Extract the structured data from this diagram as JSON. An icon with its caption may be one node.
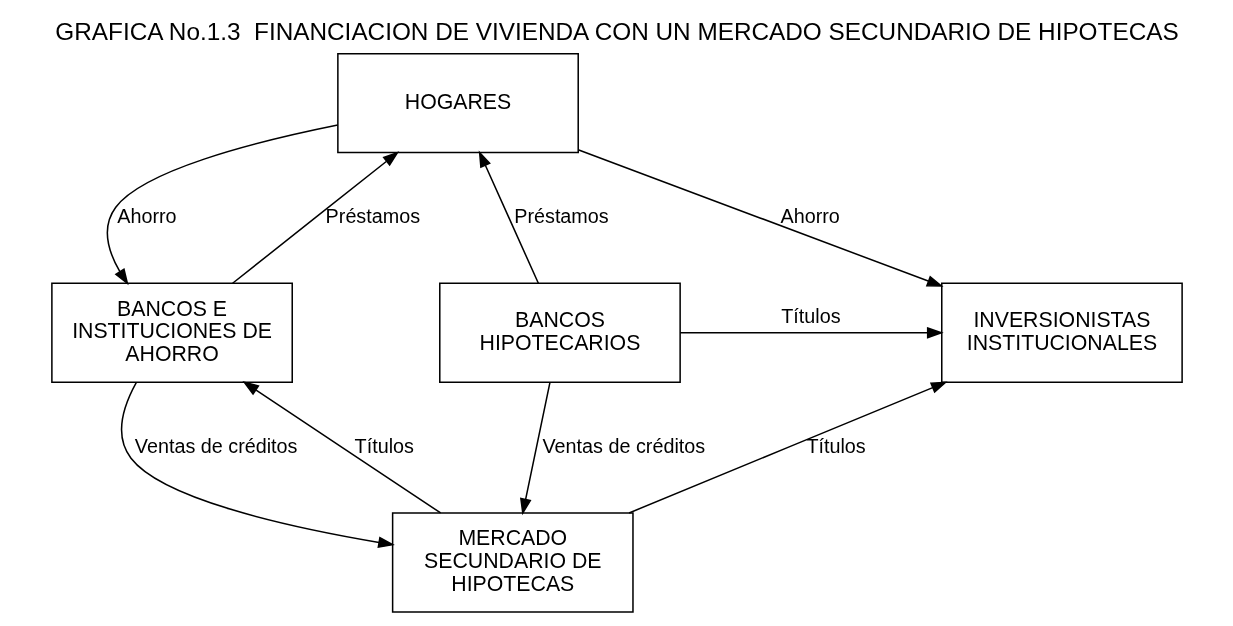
{
  "diagram": {
    "title": "GRAFICA No.1.3  FINANCIACION DE VIVIENDA CON UN MERCADO SECUNDARIO DE HIPOTECAS",
    "nodes": [
      {
        "text": [
          "HOGARES"
        ]
      },
      {
        "text": [
          "BANCOS E INSTITUCIONES DE AHORRO"
        ]
      },
      {
        "text": [
          "BANCOS HIPOTECARIOS"
        ]
      },
      {
        "text": [
          "INVERSIONISTAS INSTITUCIONALES"
        ]
      },
      {
        "text": [
          "MERCADO SECUNDARIO DE HIPOTECAS"
        ]
      }
    ],
    "edges": [
      {
        "from": 0,
        "to": 1,
        "arrow": "to",
        "label": "Ahorro"
      },
      {
        "from": 1,
        "to": 0,
        "arrow": "to",
        "label": "Préstamos"
      },
      {
        "from": 0,
        "to": 3,
        "arrow": "to",
        "label": "Ahorro"
      },
      {
        "from": 2,
        "to": 0,
        "arrow": "to",
        "label": "Préstamos"
      },
      {
        "from": 2,
        "to": 3,
        "arrow": "to",
        "label": "Títulos"
      },
      {
        "from": 2,
        "to": 4,
        "arrow": "to",
        "label": "Ventas de créditos"
      },
      {
        "from": 4,
        "to": 1,
        "arrow": "to",
        "label": "Títulos"
      },
      {
        "from": 1,
        "to": 4,
        "arrow": "to",
        "label": "Ventas de créditos"
      },
      {
        "from": 4,
        "to": 3,
        "arrow": "to",
        "label": "Títulos"
      }
    ]
  }
}
